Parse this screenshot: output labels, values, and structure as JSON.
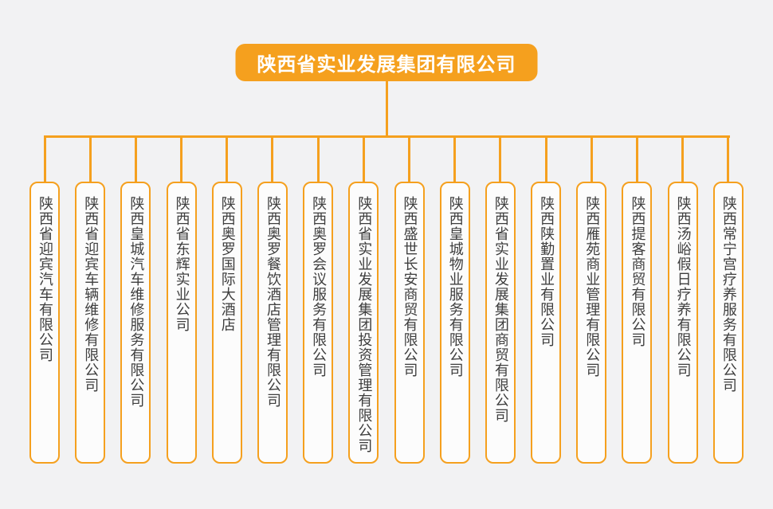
{
  "chart": {
    "type": "org-chart",
    "root": {
      "name": "陕西省实业发展集团有限公司"
    },
    "subsidiaries": [
      {
        "name": "陕西省迎宾汽车有限公司"
      },
      {
        "name": "陕西省迎宾车辆维修有限公司"
      },
      {
        "name": "陕西皇城汽车维修服务有限公司"
      },
      {
        "name": "陕西省东辉实业公司"
      },
      {
        "name": "陕西奥罗国际大酒店"
      },
      {
        "name": "陕西奥罗餐饮酒店管理有限公司"
      },
      {
        "name": "陕西奥罗会议服务有限公司"
      },
      {
        "name": "陕西省实业发展集团投资管理有限公司"
      },
      {
        "name": "陕西盛世长安商贸有限公司"
      },
      {
        "name": "陕西皇城物业服务有限公司"
      },
      {
        "name": "陕西省实业发展集团商贸有限公司"
      },
      {
        "name": "陕西陕勤置业有限公司"
      },
      {
        "name": "陕西雁苑商业管理有限公司"
      },
      {
        "name": "陕西提客商贸有限公司"
      },
      {
        "name": "陕西汤峪假日疗养有限公司"
      },
      {
        "name": "陕西常宁宫疗养服务有限公司"
      }
    ]
  },
  "colors": {
    "accent_orange": "#F5A01E",
    "background": "#F2F2F3",
    "node_fill": "#FCFCFC",
    "node_text": "#3E3E3E",
    "root_text": "#FFFFFF"
  }
}
